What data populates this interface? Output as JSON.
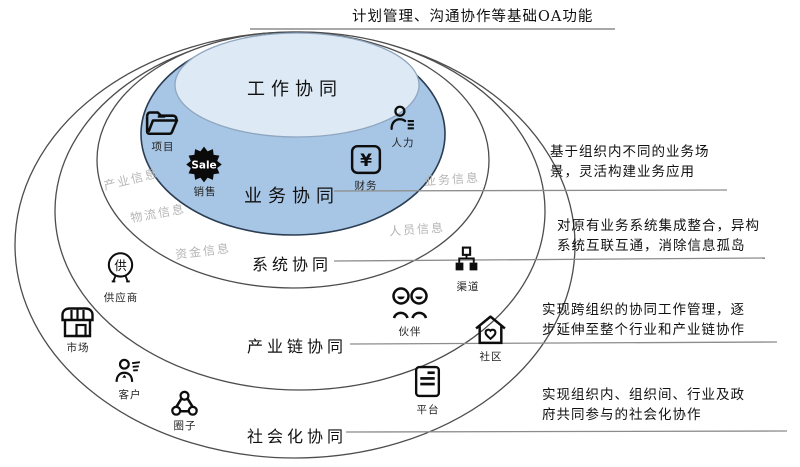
{
  "top_annotation": "计划管理、沟通协作等基础OA功能",
  "rings": {
    "work": {
      "label": "工作协同"
    },
    "business": {
      "label": "业务协同"
    },
    "system": {
      "label": "系统协同"
    },
    "industry_chain": {
      "label": "产业链协同"
    },
    "social": {
      "label": "社会化协同"
    }
  },
  "annotations": {
    "business": [
      "基于组织内不同的业务场",
      "景，灵活构建业务应用"
    ],
    "system": [
      "对原有业务系统集成整合，异构",
      "系统互联互通，消除信息孤岛"
    ],
    "industry_chain": [
      "实现跨组织的协同工作管理，逐",
      "步延伸至整个行业和产业链协作"
    ],
    "social": [
      "实现组织内、组织间、行业及政",
      "府共同参与的社会化协作"
    ]
  },
  "info_labels": {
    "industry": "产业信息",
    "logistics": "物流信息",
    "funds": "资金信息",
    "business": "业务信息",
    "personnel": "人员信息"
  },
  "items": {
    "project": "项目",
    "sales": "销售",
    "hr": "人力",
    "finance": "财务",
    "supplier": "供应商",
    "channel": "渠道",
    "market": "市场",
    "partner": "伙伴",
    "community": "社区",
    "customer": "客户",
    "circle": "圈子",
    "platform": "平台"
  },
  "icon_glyphs": {
    "sale_badge": "Sale",
    "finance": "¥",
    "supplier": "供"
  },
  "colors": {
    "work_fill": "#dde9f5",
    "work_stroke": "#8fa6bf",
    "business_fill": "#a7c5e4",
    "business_stroke": "#2b3d52",
    "ring_stroke": "#4d4d4d",
    "connector": "#8c8c8c",
    "gray_text": "#b5b5b5",
    "icon_black": "#0d0d0d"
  }
}
